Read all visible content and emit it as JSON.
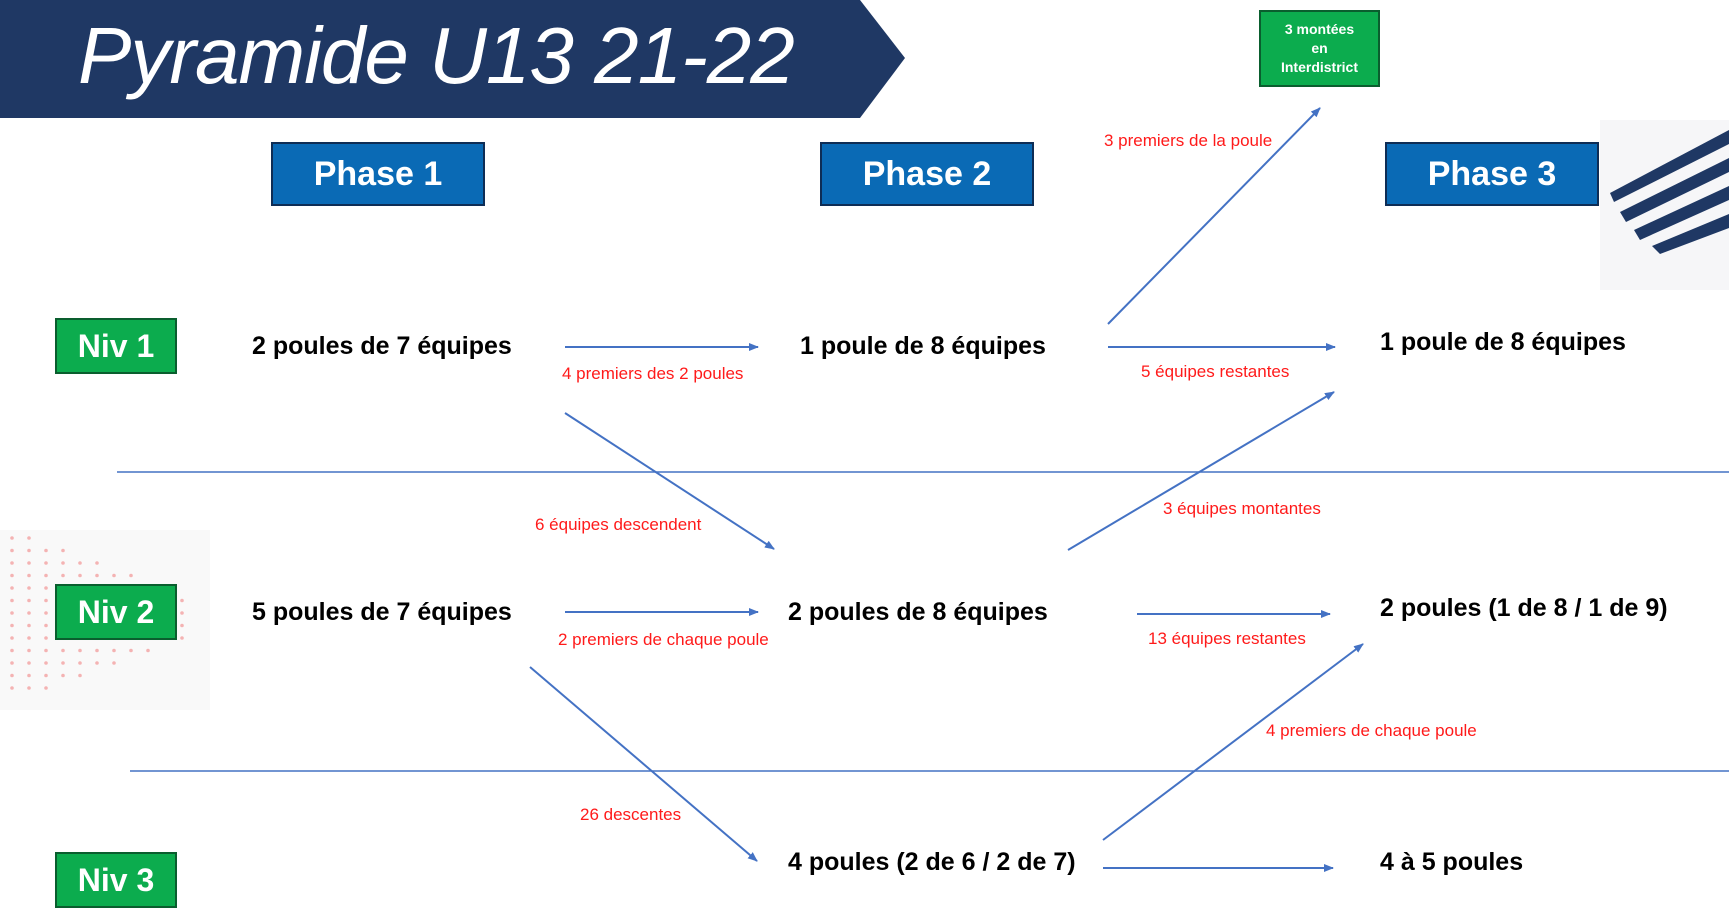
{
  "title": "Pyramide U13   21-22",
  "phases": [
    "Phase 1",
    "Phase 2",
    "Phase 3"
  ],
  "levels": [
    "Niv 1",
    "Niv 2",
    "Niv 3"
  ],
  "top_box": [
    "3 montées",
    "en",
    "Interdistrict"
  ],
  "nodes": {
    "n1_p1": "2 poules de 7 équipes",
    "n1_p2": "1 poule de 8 équipes",
    "n1_p3": "1 poule de 8 équipes",
    "n2_p1": "5 poules de 7 équipes",
    "n2_p2": "2 poules de 8 équipes",
    "n2_p3": "2 poules (1 de 8 / 1 de 9)",
    "n3_p2": "4 poules (2 de 6 / 2 de 7)",
    "n3_p3": "4 à 5 poules"
  },
  "edge_labels": {
    "to_interdistrict": "3 premiers de la poule",
    "n1_p1_to_p2": "4 premiers des 2 poules",
    "n1_p2_to_p3": "5 équipes restantes",
    "n1_to_n2": "6 équipes descendent",
    "n2_to_n1": "3 équipes montantes",
    "n2_p1_to_p2": "2 premiers de chaque poule",
    "n2_p2_to_p3": "13 équipes restantes",
    "n3_to_n2": "4 premiers de chaque poule",
    "n2_to_n3": "26 descentes"
  },
  "colors": {
    "banner": "#1f3864",
    "phase_box": "#0a6ab5",
    "level_box": "#0cac4e",
    "arrow": "#4472c4",
    "edge_label": "#ff1a1a",
    "divider": "#4472c4"
  }
}
